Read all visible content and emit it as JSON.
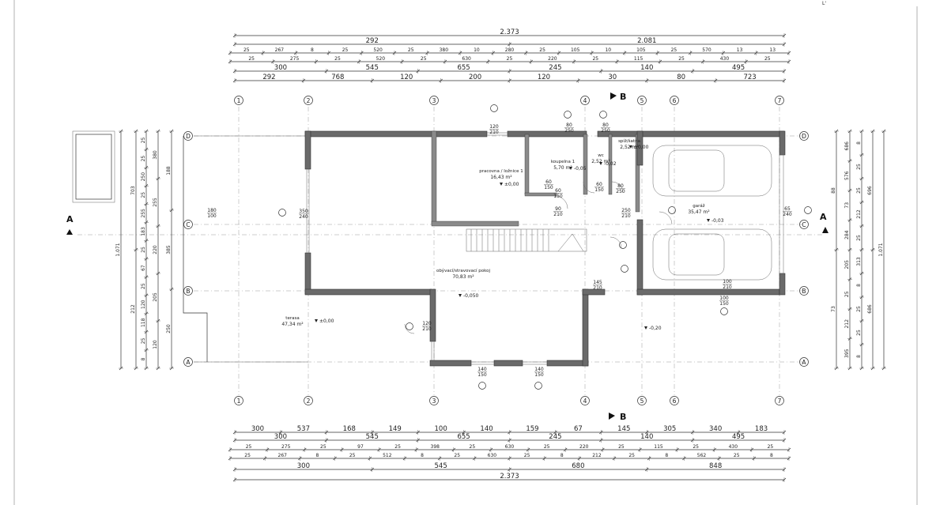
{
  "corner_mark": "L'",
  "section_marks": {
    "a": "A",
    "b": "B"
  },
  "axes_top": [
    "1",
    "2",
    "3",
    "4",
    "5",
    "6",
    "7"
  ],
  "axes_bottom": [
    "1",
    "2",
    "3",
    "4",
    "5",
    "6",
    "7"
  ],
  "axes_left": [
    "D",
    "C",
    "B",
    "A"
  ],
  "axes_right": [
    "D",
    "C",
    "B",
    "A"
  ],
  "dims_top": {
    "row1": [
      "2.373"
    ],
    "row2": [
      "292",
      "2.081"
    ],
    "row3": [
      "25",
      "267",
      "8",
      "25",
      "520",
      "25",
      "380",
      "10",
      "280",
      "25",
      "105",
      "10",
      "105",
      "25",
      "570",
      "13",
      "13"
    ],
    "row4": [
      "25",
      "275",
      "25",
      "520",
      "25",
      "630",
      "25",
      "220",
      "25",
      "115",
      "25",
      "430",
      "25"
    ],
    "row5": [
      "300",
      "545",
      "655",
      "245",
      "140",
      "495"
    ],
    "row6": [
      "292",
      "768",
      "120",
      "200",
      "120",
      "30",
      "80",
      "723"
    ]
  },
  "dims_bottom": {
    "row1": [
      "300",
      "537",
      "168",
      "149",
      "100",
      "140",
      "159",
      "67",
      "145",
      "305",
      "340",
      "183"
    ],
    "row2": [
      "300",
      "545",
      "655",
      "245",
      "140",
      "495"
    ],
    "row3": [
      "25",
      "275",
      "25",
      "97",
      "25",
      "398",
      "25",
      "630",
      "25",
      "220",
      "25",
      "115",
      "25",
      "430",
      "25"
    ],
    "row4": [
      "25",
      "267",
      "8",
      "25",
      "512",
      "8",
      "25",
      "630",
      "25",
      "8",
      "212",
      "25",
      "8",
      "562",
      "25",
      "8"
    ],
    "row5": [
      "300",
      "545",
      "680",
      "848"
    ],
    "row6": [
      "2.373"
    ]
  },
  "dims_left": {
    "outer": [
      "1.071"
    ],
    "mid": [
      "703",
      "212"
    ],
    "col3": [
      "25",
      "25",
      "250",
      "25",
      "255",
      "183",
      "25",
      "67",
      "25",
      "120",
      "118",
      "25",
      "8"
    ],
    "col4": [
      "380",
      "255",
      "220",
      "205",
      "120"
    ],
    "col5": [
      "188",
      "385",
      "250"
    ]
  },
  "dims_right": {
    "outer": [
      "1.071"
    ],
    "mid": [
      "696",
      "686"
    ],
    "col3": [
      "8",
      "25",
      "25",
      "212",
      "25",
      "313",
      "8",
      "25",
      "25",
      "8"
    ],
    "col4": [
      "686",
      "576",
      "73",
      "284",
      "205",
      "25",
      "212",
      "395"
    ],
    "col5": [
      "88",
      "73"
    ]
  },
  "rooms": [
    {
      "name": "terasa",
      "area": "47,34 m²"
    },
    {
      "name": "obývací/stravovací pokoj",
      "area": "70,83 m²"
    },
    {
      "name": "pracovna / ložnice 1",
      "area": "16,43 m²"
    },
    {
      "name": "koupelna 1",
      "area": "5,70 m²"
    },
    {
      "name": "wc",
      "area": "2,52 m²"
    },
    {
      "name": "spíž/šatna",
      "area": "2,52 m²"
    },
    {
      "name": "garáž",
      "area": "35,47 m²"
    }
  ],
  "openings": [
    {
      "w": "120",
      "h": "210"
    },
    {
      "w": "80",
      "h": "250"
    },
    {
      "w": "80",
      "h": "250"
    },
    {
      "w": "80",
      "h": "250"
    },
    {
      "w": "350",
      "h": "240"
    },
    {
      "w": "120",
      "h": "210"
    },
    {
      "w": "140",
      "h": "150"
    },
    {
      "w": "60",
      "h": "150"
    },
    {
      "w": "140",
      "h": "150"
    },
    {
      "w": "100",
      "h": "210"
    },
    {
      "w": "100",
      "h": "150"
    },
    {
      "w": "60",
      "h": "150"
    },
    {
      "w": "60",
      "h": "150"
    },
    {
      "w": "90",
      "h": "210"
    },
    {
      "w": "250",
      "h": "210"
    },
    {
      "w": "180",
      "h": "100"
    },
    {
      "w": "145",
      "h": "210"
    },
    {
      "w": "65",
      "h": "240"
    }
  ],
  "levels": [
    "±0,00",
    "-0,050",
    "±0,00",
    "-0,05",
    "-0,20",
    "-0,03",
    "-0,02",
    "±0,00"
  ]
}
